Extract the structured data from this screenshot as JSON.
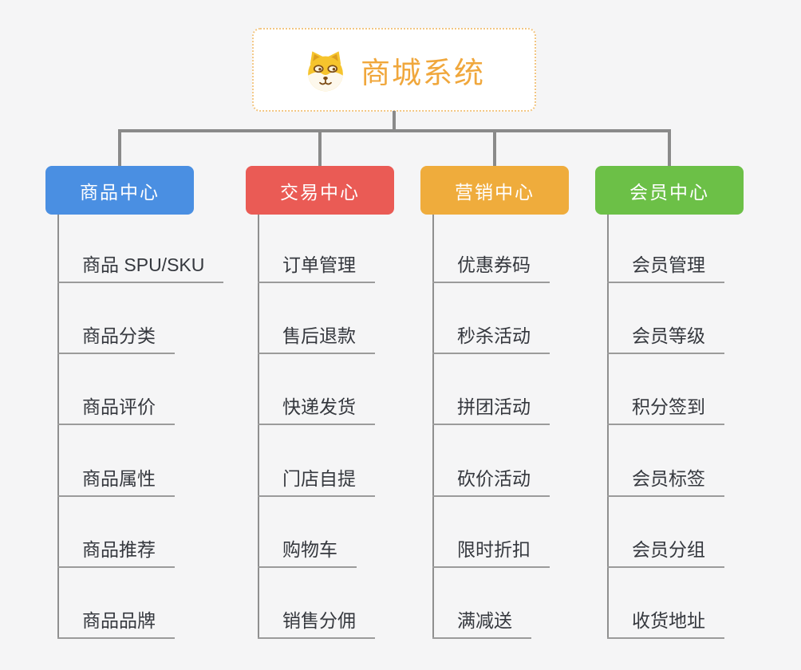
{
  "page": {
    "background_color": "#f5f5f6",
    "connector_color": "#8a8a8a",
    "leaf_line_color": "#9b9b9b",
    "leaf_text_color": "#35383e"
  },
  "root": {
    "title": "商城系统",
    "title_color": "#f0a73c",
    "border_color": "#f2c683",
    "background": "#ffffff",
    "icon": "shiba-dog-icon"
  },
  "branches": [
    {
      "label": "商品中心",
      "color": "#4a8fe2",
      "children": [
        "商品 SPU/SKU",
        "商品分类",
        "商品评价",
        "商品属性",
        "商品推荐",
        "商品品牌"
      ]
    },
    {
      "label": "交易中心",
      "color": "#ea5b55",
      "children": [
        "订单管理",
        "售后退款",
        "快递发货",
        "门店自提",
        "购物车",
        "销售分佣"
      ]
    },
    {
      "label": "营销中心",
      "color": "#efac3c",
      "children": [
        "优惠券码",
        "秒杀活动",
        "拼团活动",
        "砍价活动",
        "限时折扣",
        "满减送"
      ]
    },
    {
      "label": "会员中心",
      "color": "#6cc047",
      "children": [
        "会员管理",
        "会员等级",
        "积分签到",
        "会员标签",
        "会员分组",
        "收货地址"
      ]
    }
  ]
}
